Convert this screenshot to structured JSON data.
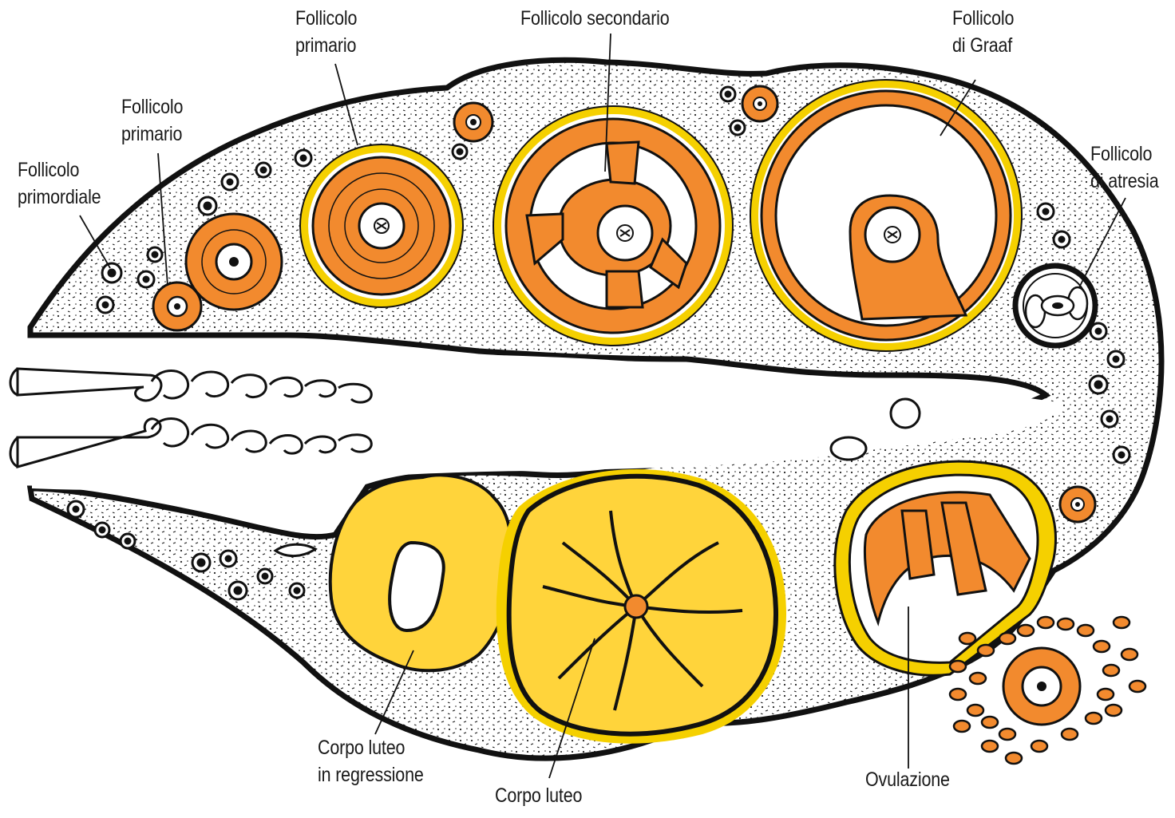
{
  "diagram": {
    "labels": {
      "primordiale": [
        "Follicolo",
        "primordiale"
      ],
      "primario_small": [
        "Follicolo",
        "primario"
      ],
      "primario_large": [
        "Follicolo",
        "primario"
      ],
      "secondario": [
        "Follicolo secondario"
      ],
      "graaf": [
        "Follicolo",
        "di Graaf"
      ],
      "atresia": [
        "Follicolo",
        "di atresia"
      ],
      "corpo_luteo_regressione": [
        "Corpo luteo",
        "in regressione"
      ],
      "corpo_luteo": [
        "Corpo luteo"
      ],
      "ovulazione": [
        "Ovulazione"
      ]
    },
    "colors": {
      "follicle_cells": "#f28a2e",
      "luteal_tissue": "#ffd43b",
      "theca": "#f5d000",
      "outline": "#111111",
      "background": "#ffffff"
    }
  }
}
